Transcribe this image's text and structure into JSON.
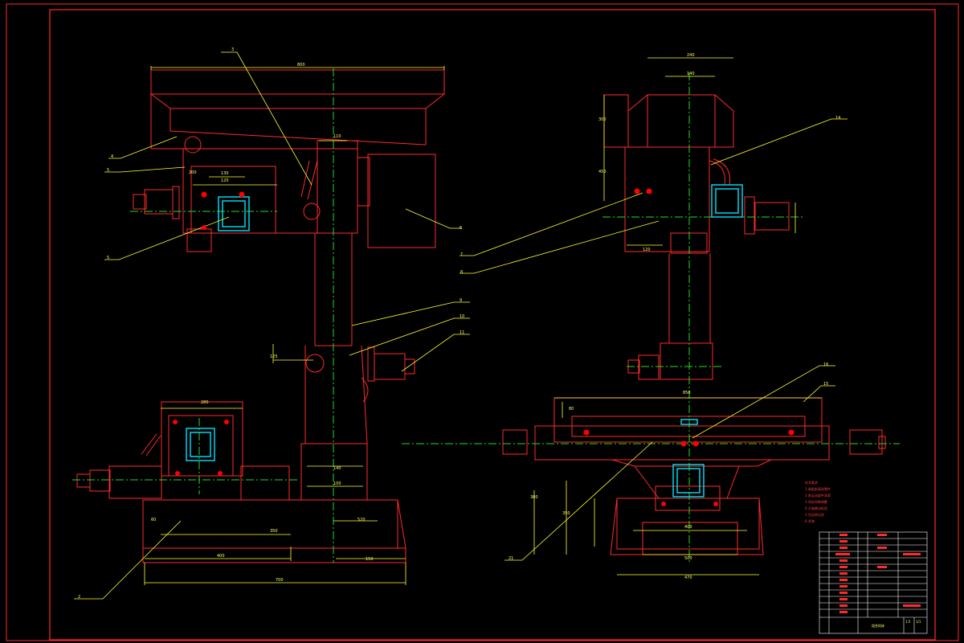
{
  "drawing": {
    "colors": {
      "background": "#000000",
      "outline": "#ff2a2a",
      "dimension": "#ffff33",
      "centerline": "#22dd22",
      "component": "#00e5ff",
      "text": "#ffff66",
      "highlight": "#ff0000"
    },
    "left_view": {
      "top_width": "800",
      "leaders": [
        {
          "no": "3"
        },
        {
          "no": "4"
        },
        {
          "no": "5"
        },
        {
          "no": "5"
        },
        {
          "no": "6"
        },
        {
          "no": "9"
        },
        {
          "no": "10"
        },
        {
          "no": "11"
        },
        {
          "no": "2"
        }
      ],
      "dims": {
        "d_110": "110",
        "d_130": "130",
        "d_120": "120",
        "d_200": "200",
        "d_140": "140",
        "d_100": "100",
        "d_280": "280",
        "d_60": "60",
        "d_350": "350",
        "d_400": "400",
        "d_150": "150",
        "d_700": "700",
        "d_125": "125",
        "d_520": "520"
      }
    },
    "right_view": {
      "leaders": [
        {
          "no": "14"
        },
        {
          "no": "7"
        },
        {
          "no": "8"
        },
        {
          "no": "15"
        },
        {
          "no": "16"
        },
        {
          "no": "21"
        }
      ],
      "dims": {
        "d_240": "240",
        "d_140": "140",
        "d_300": "300",
        "d_120": "120",
        "d_450": "450",
        "d_850": "850",
        "d_400": "400",
        "d_500": "500",
        "d_470": "470",
        "d_380": "380",
        "d_350": "350",
        "d_80": "80"
      }
    },
    "tech_requirements": {
      "lines": [
        "技术要求",
        "1.装配前清洗零件",
        "2.各运动部件润滑",
        "3.导轨间隙调整",
        "4.主轴跳动检验",
        "5.空运转试验",
        "6.涂漆"
      ]
    },
    "title_block": {
      "drawing_name": "组合机床",
      "scale": "1:5",
      "sheet": "1/1"
    }
  }
}
